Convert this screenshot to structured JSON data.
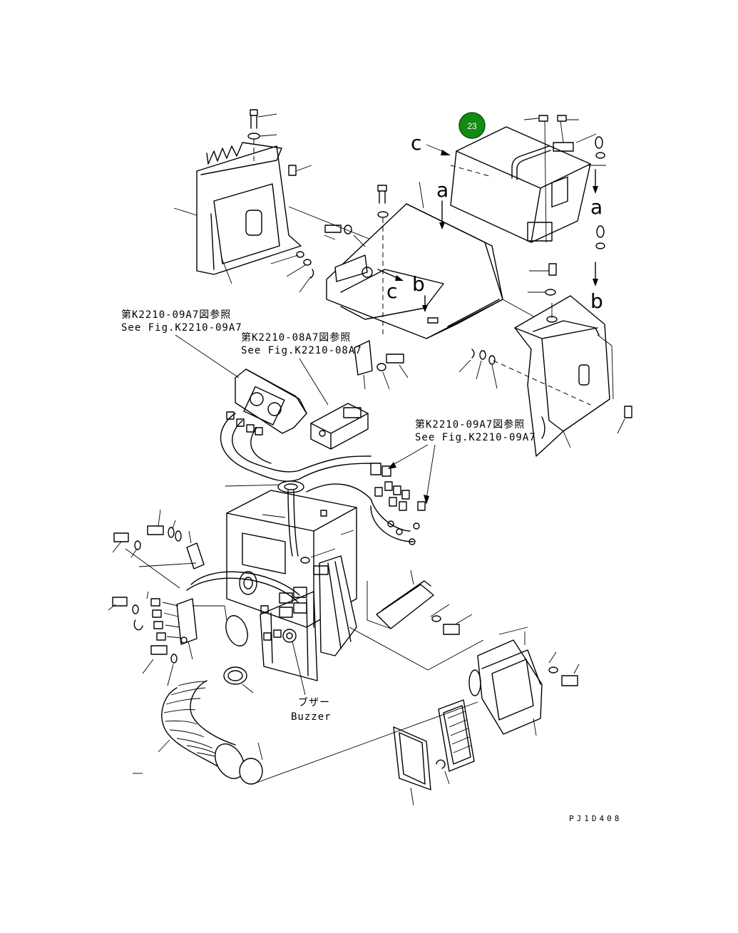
{
  "badge": {
    "number": "23",
    "color": "#138a13",
    "border": "#0a5a0a"
  },
  "callouts": {
    "letter_c_top": "c",
    "letter_a_mid": "a",
    "letter_a_right": "a",
    "letter_b_right": "b",
    "letter_b_mid": "b",
    "letter_c_mid": "c"
  },
  "refs": {
    "ref1_jp": "第K2210-09A7図参照",
    "ref1_en": "See Fig.K2210-09A7",
    "ref2_jp": "第K2210-08A7図参照",
    "ref2_en": "See Fig.K2210-08A7",
    "ref3_jp": "第K2210-09A7図参照",
    "ref3_en": "See Fig.K2210-09A7"
  },
  "buzzer": {
    "jp": "ブザー",
    "en": "Buzzer"
  },
  "drawing_code": "PJ1D408"
}
